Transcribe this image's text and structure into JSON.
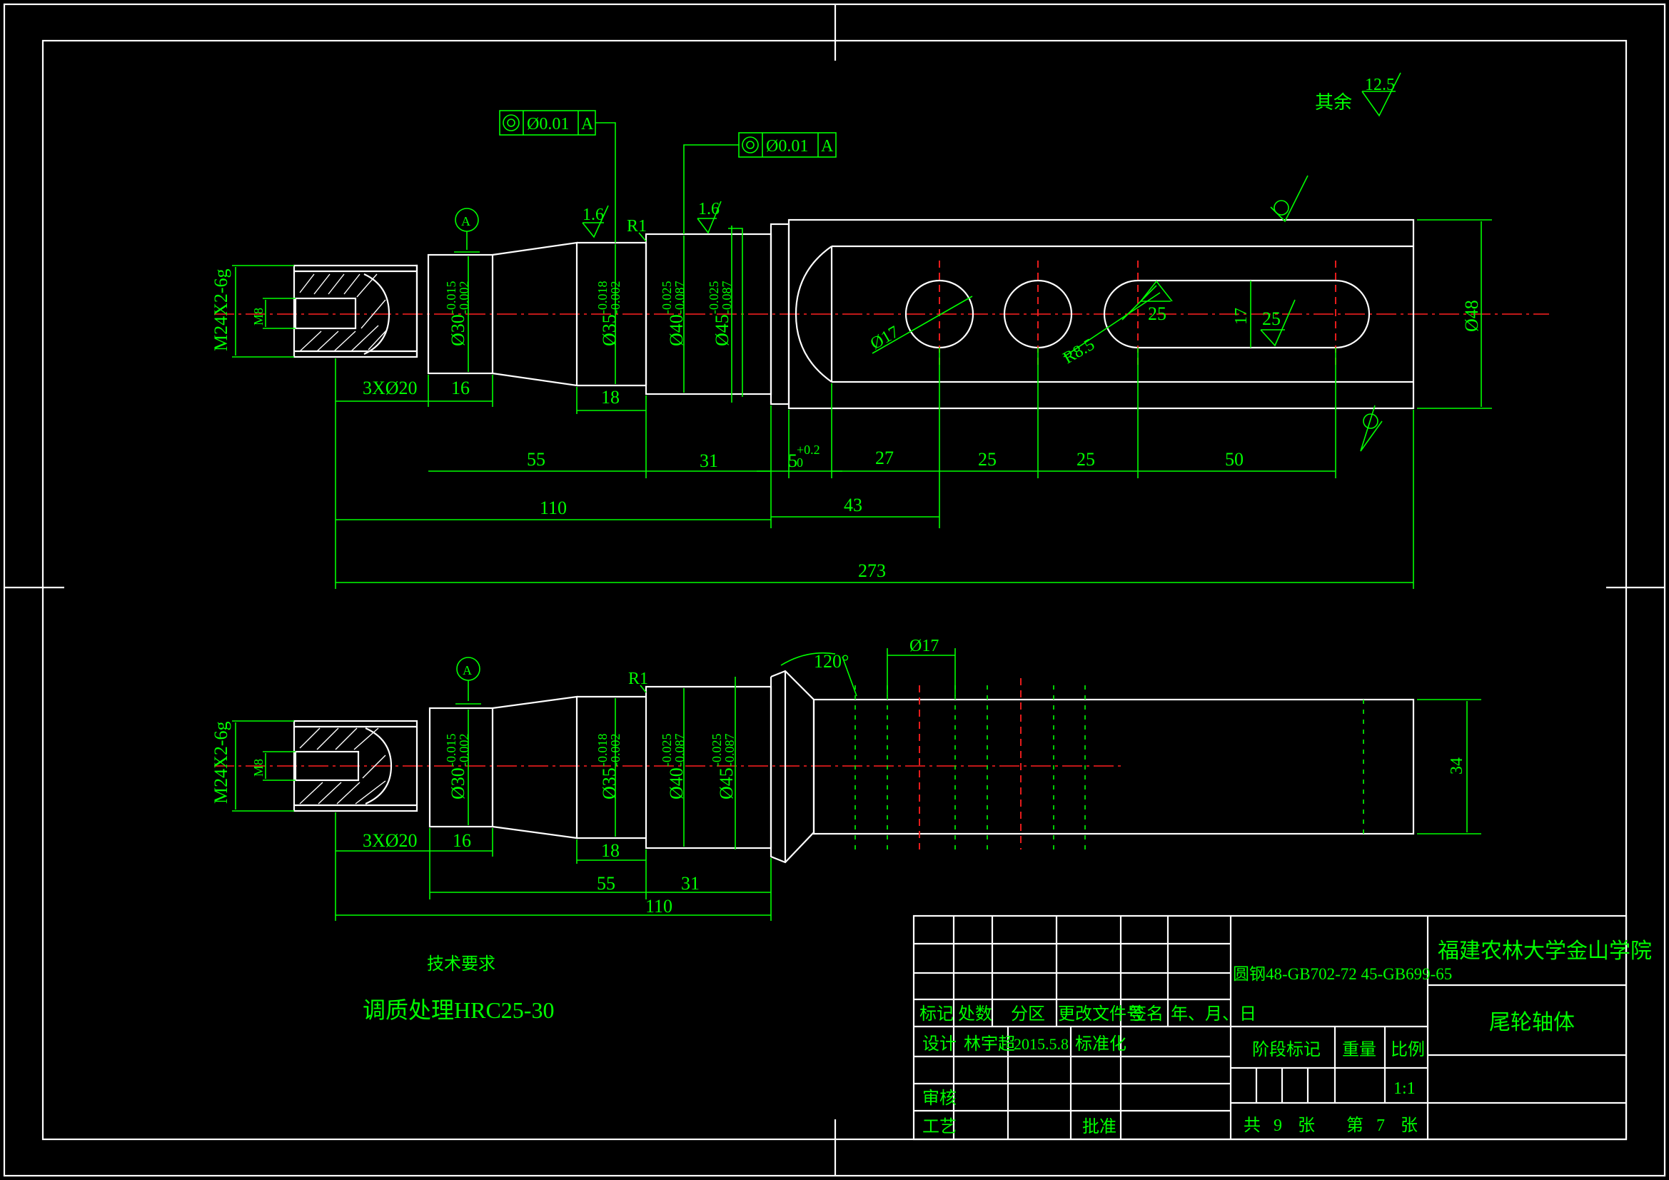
{
  "surface_finish": {
    "remaining_label": "其余",
    "remaining_value": "12.5",
    "fine_value": "1.6"
  },
  "tolerances": {
    "frame1": {
      "symbol": "◎",
      "value": "Ø0.01",
      "datum": "A"
    },
    "frame2": {
      "symbol": "◎",
      "value": "Ø0.01",
      "datum": "A"
    }
  },
  "datum_label": "A",
  "top_view": {
    "thread": "M24X2-6g",
    "inner_thread": "M8",
    "holes": "3XØ20",
    "d30": "Ø30",
    "d30_tol_upper": "-0.015",
    "d30_tol_lower": "-0.002",
    "d35": "Ø35",
    "d35_tol_upper": "-0.018",
    "d35_tol_lower": "-0.002",
    "d40": "Ø40",
    "d40_tol_upper": "-0.025",
    "d40_tol_lower": "-0.087",
    "d45": "Ø45",
    "d45_tol_upper": "-0.025",
    "d45_tol_lower": "-0.087",
    "fillet": "R1",
    "hole_dia": "Ø17",
    "slot_radius": "R8.5",
    "slot_width": "17",
    "roughness_25a": "25",
    "roughness_25b": "25",
    "body_dia": "Ø48",
    "len_16": "16",
    "len_18": "18",
    "len_55": "55",
    "len_31": "31",
    "len_5": "5",
    "len_5_tol": "+0.2",
    "len_5_tol2": "0",
    "len_27": "27",
    "len_25a": "25",
    "len_25b": "25",
    "len_50": "50",
    "len_110": "110",
    "len_43": "43",
    "len_273": "273"
  },
  "bottom_view": {
    "thread": "M24X2-6g",
    "inner_thread": "M8",
    "holes": "3XØ20",
    "d30": "Ø30",
    "d30_tol_upper": "-0.015",
    "d30_tol_lower": "-0.002",
    "d35": "Ø35",
    "d35_tol_upper": "-0.018",
    "d35_tol_lower": "-0.002",
    "d40": "Ø40",
    "d40_tol_upper": "-0.025",
    "d40_tol_lower": "-0.087",
    "d45": "Ø45",
    "d45_tol_upper": "-0.025",
    "d45_tol_lower": "-0.087",
    "fillet": "R1",
    "chamfer_angle": "120°",
    "hole_dia": "Ø17",
    "width": "34",
    "len_16": "16",
    "len_18": "18",
    "len_55": "55",
    "len_31": "31",
    "len_110": "110"
  },
  "tech_requirements": {
    "heading": "技术要求",
    "line1": "调质处理HRC25-30"
  },
  "title_block": {
    "material": "圆钢48-GB702-72 45-GB699-65",
    "school": "福建农林大学金山学院",
    "part_name": "尾轮轴体",
    "headers": [
      "标记",
      "处数",
      "分区",
      "更改文件号",
      "签名",
      "年、月、日"
    ],
    "design_label": "设计",
    "designer": "林宇超",
    "date": "2015.5.8",
    "standardize": "标准化",
    "review": "审核",
    "process": "工艺",
    "approve": "批准",
    "stage_mark": "阶段标记",
    "weight": "重量",
    "scale": "比例",
    "scale_value": "1:1",
    "total": "共",
    "total_n": "9",
    "sheet_unit": "张",
    "index": "第",
    "index_n": "7",
    "index_unit": "张"
  }
}
